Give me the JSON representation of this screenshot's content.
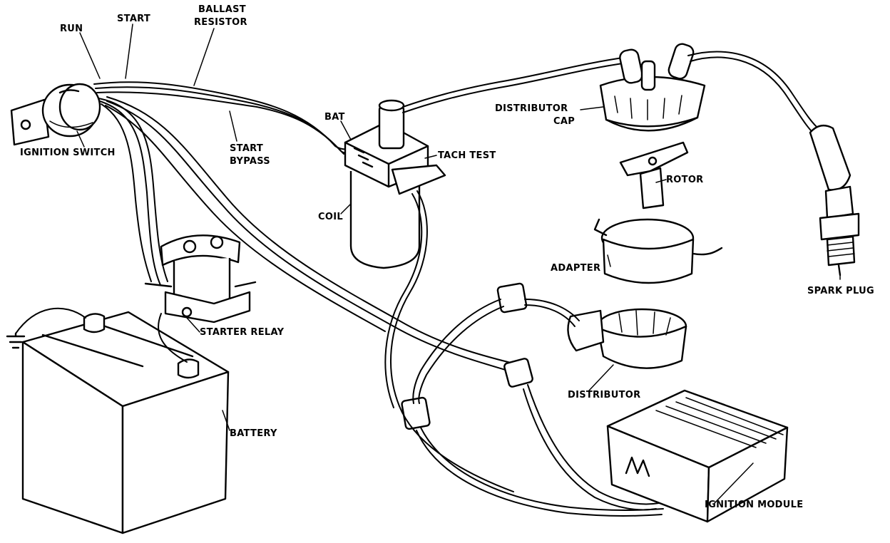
{
  "labels": {
    "run": "RUN",
    "start": "START",
    "ballast_line1": "BALLAST",
    "ballast_line2": "RESISTOR",
    "ignition_switch": "IGNITION SWITCH",
    "start_bypass_line1": "START",
    "start_bypass_line2": "BYPASS",
    "bat": "BAT",
    "tach_test": "TACH TEST",
    "coil": "COIL",
    "distributor_cap_line1": "DISTRIBUTOR",
    "distributor_cap_line2": "CAP",
    "rotor": "ROTOR",
    "adapter": "ADAPTER",
    "spark_plug": "SPARK PLUG",
    "starter_relay": "STARTER RELAY",
    "distributor": "DISTRIBUTOR",
    "battery": "BATTERY",
    "ignition_module": "IGNITION MODULE"
  }
}
